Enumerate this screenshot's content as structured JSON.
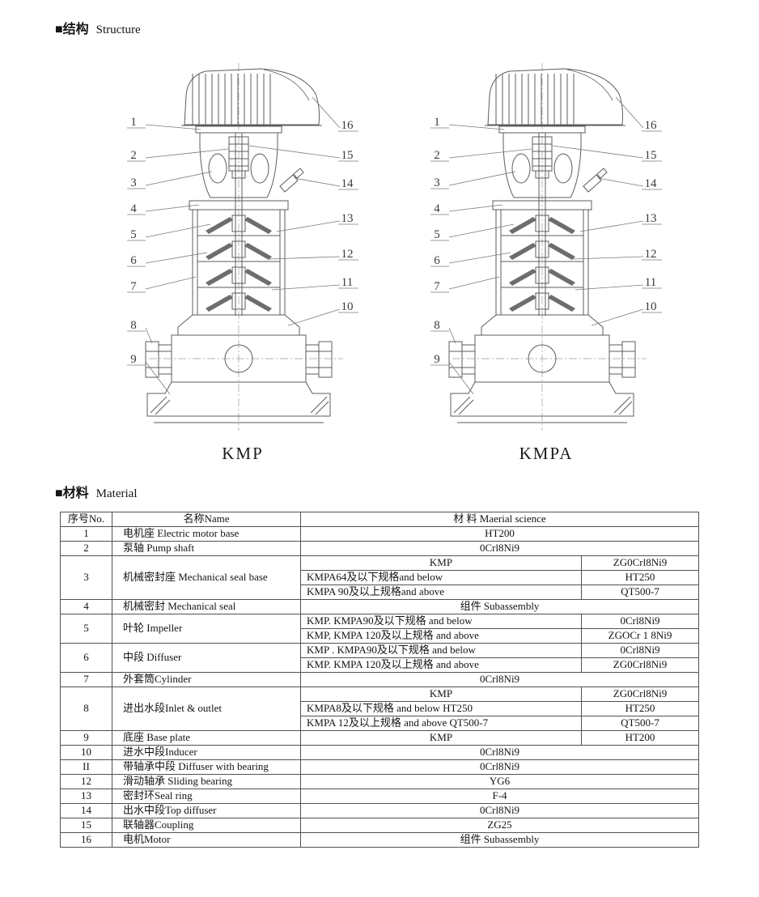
{
  "sections": {
    "structure": {
      "zh": "■结构",
      "en": "Structure"
    },
    "material": {
      "zh": "■材料",
      "en": "Material"
    }
  },
  "diagrams": {
    "left_label": "KMP",
    "right_label": "KMPA",
    "callouts_left": [
      "1",
      "2",
      "3",
      "4",
      "5",
      "6",
      "7",
      "8",
      "9"
    ],
    "callouts_right": [
      "16",
      "15",
      "14",
      "13",
      "12",
      "11",
      "10"
    ]
  },
  "table": {
    "headers": [
      "序号No.",
      "名称Name",
      "材  料  Maerial science"
    ],
    "rows": [
      {
        "no": "1",
        "name": "电机座  Electric motor base",
        "material": [
          {
            "full": "HT200"
          }
        ]
      },
      {
        "no": "2",
        "name": "泵轴  Pump shaft",
        "material": [
          {
            "full": "0Crl8Ni9"
          }
        ]
      },
      {
        "no": "3",
        "name": "机械密封座  Mechanical seal base",
        "material": [
          {
            "left": "KMP",
            "center": true,
            "right": "ZG0Crl8Ni9"
          },
          {
            "left": "KMPA64及以下规格and below",
            "right": "HT250"
          },
          {
            "left": "KMPA 90及以上规格and above",
            "right": "QT500-7"
          }
        ]
      },
      {
        "no": "4",
        "name": "机械密封  Mechanical seal",
        "material": [
          {
            "full": "组件  Subassembly"
          }
        ]
      },
      {
        "no": "5",
        "name": "叶轮  Impeller",
        "material": [
          {
            "left": "KMP. KMPA90及以下规格  and below",
            "right": "0Crl8Ni9"
          },
          {
            "left": "KMP, KMPA 120及以上规格  and above",
            "right": "ZGOCr 1 8Ni9"
          }
        ]
      },
      {
        "no": "6",
        "name": "中段  Diffuser",
        "material": [
          {
            "left": "KMP . KMPA90及以下规格  and below",
            "right": "0Crl8Ni9"
          },
          {
            "left": "KMP. KMPA 120及以上规格  and above",
            "right": "ZG0Crl8Ni9"
          }
        ]
      },
      {
        "no": "7",
        "name": "外套筒Cylinder",
        "material": [
          {
            "full": "0Crl8Ni9"
          }
        ]
      },
      {
        "no": "8",
        "name": "进出水段Inlet & outlet",
        "material": [
          {
            "left": "KMP",
            "center": true,
            "right": "ZG0Crl8Ni9"
          },
          {
            "left": "KMPA8及以下规格  and below HT250",
            "right": "HT250"
          },
          {
            "left": "KMPA 12及以上规格  and above QT500-7",
            "right": "QT500-7"
          }
        ]
      },
      {
        "no": "9",
        "name": "底座  Base plate",
        "material": [
          {
            "left": "KMP",
            "center": true,
            "right": "HT200"
          }
        ]
      },
      {
        "no": "10",
        "name": "进水中段Inducer",
        "material": [
          {
            "full": "0Crl8Ni9"
          }
        ]
      },
      {
        "no": "II",
        "name": "带轴承中段  Diffuser with bearing",
        "material": [
          {
            "full": "0Crl8Ni9"
          }
        ]
      },
      {
        "no": "12",
        "name": "滑动轴承  Sliding bearing",
        "material": [
          {
            "full": "YG6"
          }
        ]
      },
      {
        "no": "13",
        "name": "密封环Seal ring",
        "material": [
          {
            "full": "F-4"
          }
        ]
      },
      {
        "no": "14",
        "name": "出水中段Top diffuser",
        "material": [
          {
            "full": "0Crl8Ni9"
          }
        ]
      },
      {
        "no": "15",
        "name": "联轴器Coupling",
        "material": [
          {
            "full": "ZG25"
          }
        ]
      },
      {
        "no": "16",
        "name": "电机Motor",
        "material": [
          {
            "full": "组件  Subassembly"
          }
        ]
      }
    ]
  }
}
